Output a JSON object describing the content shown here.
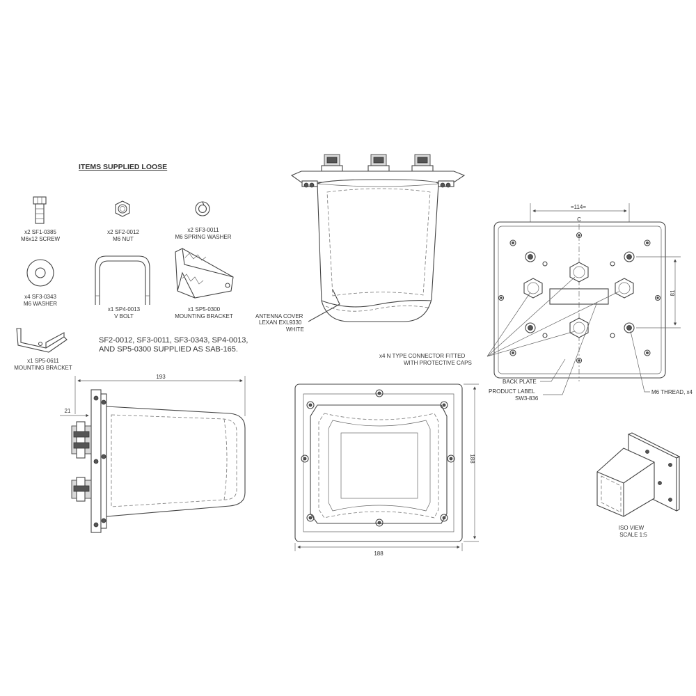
{
  "loose_items": {
    "title": "ITEMS SUPPLIED LOOSE",
    "screw": {
      "qty_code": "x2 SF1-0385",
      "desc": "M6x12 SCREW"
    },
    "nut": {
      "qty_code": "x2 SF2-0012",
      "desc": "M6 NUT"
    },
    "spring_washer": {
      "qty_code": "x2 SF3-0011",
      "desc": "M6 SPRING WASHER"
    },
    "washer": {
      "qty_code": "x4 SF3-0343",
      "desc": "M6 WASHER"
    },
    "v_bolt": {
      "qty_code": "x1 SP4-0013",
      "desc": "V BOLT"
    },
    "bracket_large": {
      "qty_code": "x1 SP5-0300",
      "desc": "MOUNTING BRACKET"
    },
    "bracket_small": {
      "qty_code": "x1 SP5-0611",
      "desc": "MOUNTING BRACKET"
    },
    "note_line1": "SF2-0012, SF3-0011, SF3-0343, SP4-0013,",
    "note_line2": "AND SP5-0300 SUPPLIED AS SAB-165."
  },
  "front_view": {
    "cover_line1": "ANTENNA COVER",
    "cover_line2": "LEXAN EXL9330",
    "cover_line3": "WHITE"
  },
  "back_view": {
    "dim_width": "=114=",
    "dim_height": "81",
    "centerline": "C",
    "connector_line1": "x4 N TYPE CONNECTOR FITTED",
    "connector_line2": "WITH PROTECTIVE CAPS",
    "back_plate": "BACK PLATE",
    "label_line1": "PRODUCT LABEL",
    "label_line2": "SW3-836",
    "thread": "M6 THREAD, x4"
  },
  "side_view": {
    "dim_length": "193",
    "dim_flange": "21"
  },
  "bottom_view": {
    "dim_width": "188",
    "dim_height": "188"
  },
  "iso_view": {
    "line1": "ISO VIEW",
    "line2": "SCALE 1:5"
  }
}
